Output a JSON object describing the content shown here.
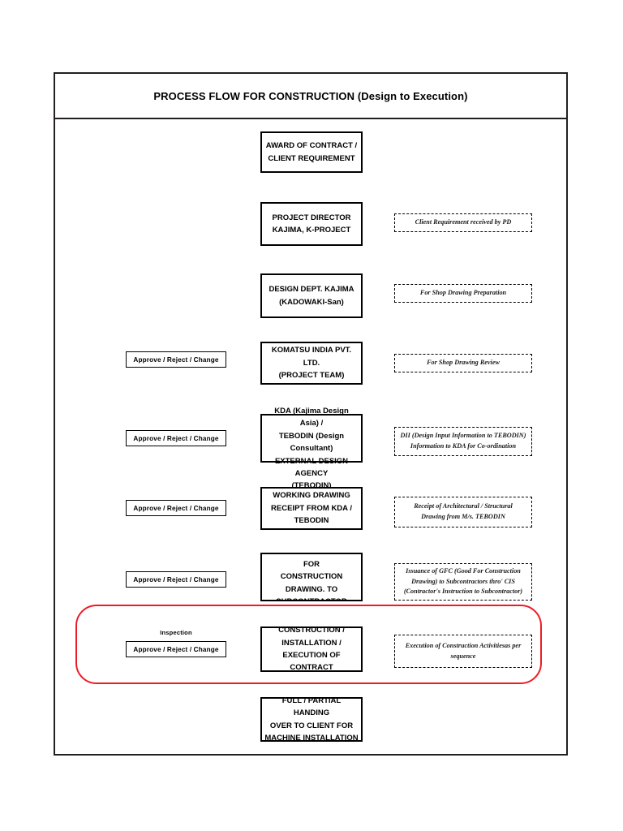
{
  "document": {
    "title": "PROCESS FLOW FOR CONSTRUCTION (Design to Execution)"
  },
  "process_steps": [
    {
      "id": "award",
      "label": "AWARD OF CONTRACT /\nCLIENT REQUIREMENT"
    },
    {
      "id": "pd",
      "label": "PROJECT DIRECTOR\nKAJIMA, K-PROJECT"
    },
    {
      "id": "design-dept",
      "label": "DESIGN DEPT. KAJIMA\n(KADOWAKI-San)"
    },
    {
      "id": "komatsu",
      "label": "KOMATSU INDIA PVT. LTD.\n(PROJECT TEAM)"
    },
    {
      "id": "kda-tebodin",
      "label": "KDA (Kajima Design Asia) /\nTEBODIN (Design\nConsultant)\nEXTERNAL DESIGN AGENCY\n(TEBODIN)"
    },
    {
      "id": "working-dwg",
      "label": "WORKING DRAWING\nRECEIPT FROM KDA /\nTEBODIN"
    },
    {
      "id": "gfc-issuance",
      "label": "ISSUANCE OF GOOD FOR\nCONSTRUCTION\nDRAWING. TO\nSUBCONTRACTOR"
    },
    {
      "id": "construction",
      "label": "CONSTRUCTION /\nINSTALLATION /\nEXECUTION OF CONTRACT"
    },
    {
      "id": "handover",
      "label": "FULL / PARTIAL HANDING\nOVER TO CLIENT FOR\nMACHINE INSTALLATION"
    }
  ],
  "decision_boxes": [
    {
      "id": "approve-komatsu",
      "label": "Approve / Reject / Change"
    },
    {
      "id": "approve-kda",
      "label": "Approve / Reject / Change"
    },
    {
      "id": "approve-working-dwg",
      "label": "Approve / Reject / Change"
    },
    {
      "id": "approve-gfc",
      "label": "Approve / Reject / Change"
    },
    {
      "id": "approve-inspection",
      "label": "Approve / Reject / Change"
    }
  ],
  "inspection_label": "Inspection",
  "notes": [
    {
      "id": "note-pd",
      "text": "Client Requirement received by PD"
    },
    {
      "id": "note-design-dept",
      "text": "For Shop Drawing Preparation"
    },
    {
      "id": "note-komatsu",
      "text": "For Shop Drawing Review"
    },
    {
      "id": "note-kda",
      "text": "DII (Design Input Information to TEBODIN)\nInformation to KDA for Co-ordination"
    },
    {
      "id": "note-working-dwg",
      "text": "Receipt of Architectural / Structural\nDrawing from M/s. TEBODIN"
    },
    {
      "id": "note-gfc",
      "text": "Issuance of GFC (Good For Construction\nDrawing) to Subcontractors thro' CIS\n(Contractor's Instruction to Subcontractor)"
    },
    {
      "id": "note-construction",
      "text": "Execution of Construction Activitiesas per\nsequence"
    }
  ],
  "colors": {
    "highlight": "#ed1c24",
    "line": "#000000",
    "frame": "#231f20"
  }
}
